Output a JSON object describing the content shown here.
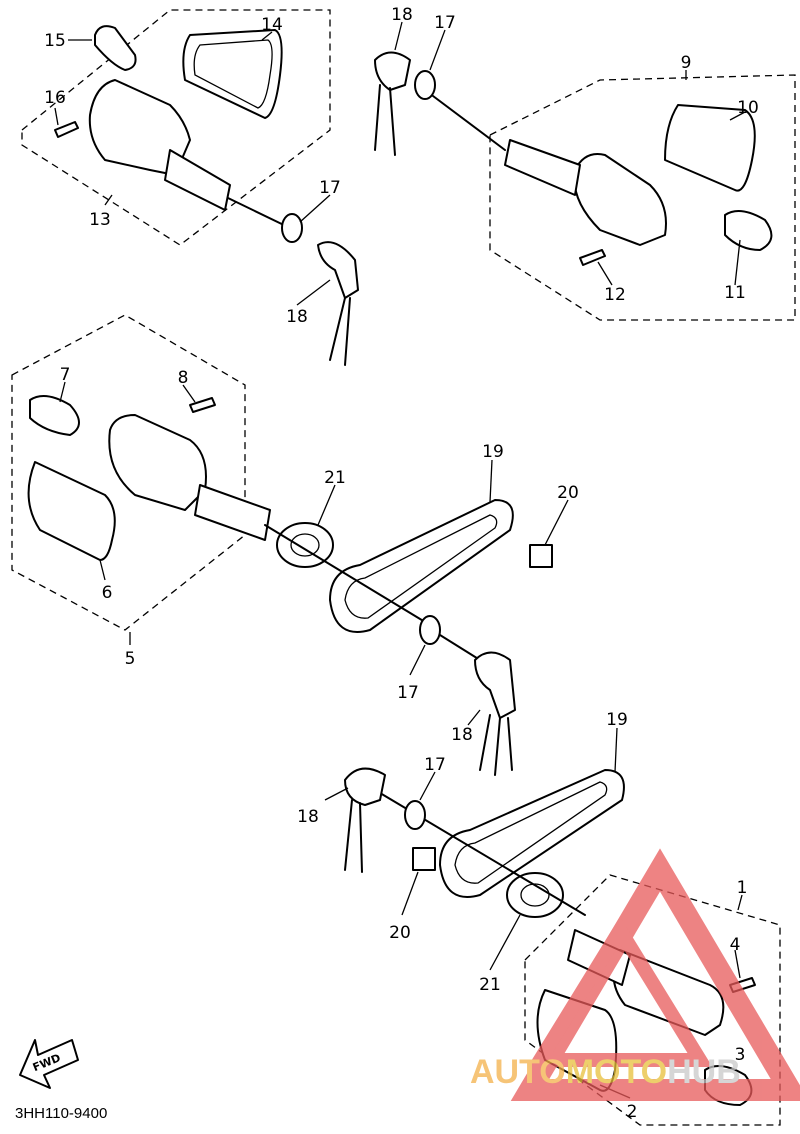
{
  "diagram": {
    "part_labels": {
      "l1": "1",
      "l2": "2",
      "l3": "3",
      "l4": "4",
      "l5": "5",
      "l6": "6",
      "l7": "7",
      "l8": "8",
      "l9": "9",
      "l10": "10",
      "l11": "11",
      "l12": "12",
      "l13": "13",
      "l14": "14",
      "l15": "15",
      "l16": "16",
      "l17a": "17",
      "l17b": "17",
      "l17c": "17",
      "l17d": "17",
      "l18a": "18",
      "l18b": "18",
      "l18c": "18",
      "l18d": "18",
      "l19a": "19",
      "l19b": "19",
      "l20a": "20",
      "l20b": "20",
      "l21a": "21",
      "l21b": "21"
    },
    "fwd_label": "FWD",
    "drawing_code": "3HH110-9400"
  },
  "watermark": {
    "part1": "AUTO",
    "part2": "MOTO",
    "part3": "HUB",
    "colors": {
      "triangle": "#e85a5a",
      "text1": "#f4b14a",
      "text2": "#e8c03a",
      "text3": "#c9c9c9"
    }
  }
}
